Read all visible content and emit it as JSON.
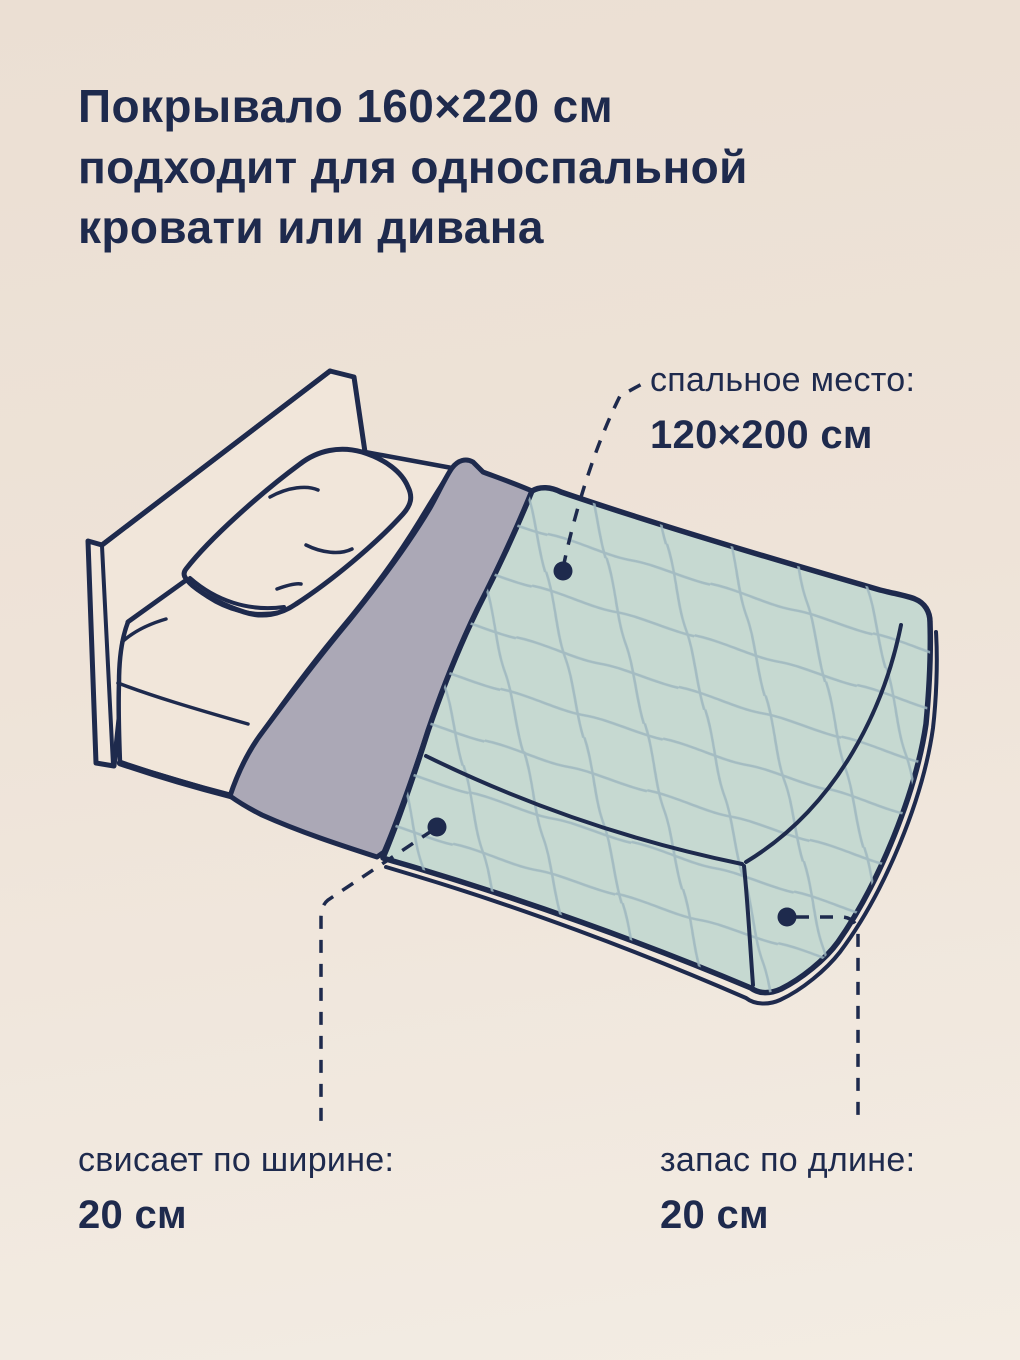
{
  "title": {
    "lines": [
      "Покрывало 160×220 см",
      "подходит для односпальной",
      "кровати или дивана"
    ]
  },
  "callouts": {
    "sleeping_area": {
      "label": "спальное место:",
      "value": "120×200 см"
    },
    "width_overhang": {
      "label": "свисает по ширине:",
      "value": "20 см"
    },
    "length_margin": {
      "label": "запас по длине:",
      "value": "20 см"
    }
  },
  "palette": {
    "background_top": "#ebdfd3",
    "background_bottom": "#f3ece3",
    "ink_navy": "#1e2a4d",
    "bedspread_teal": "#c6d9d1",
    "quilt_line": "#9fb8c0",
    "sheet_gray": "#aba8b6",
    "bed_cream": "#f1e6da"
  }
}
